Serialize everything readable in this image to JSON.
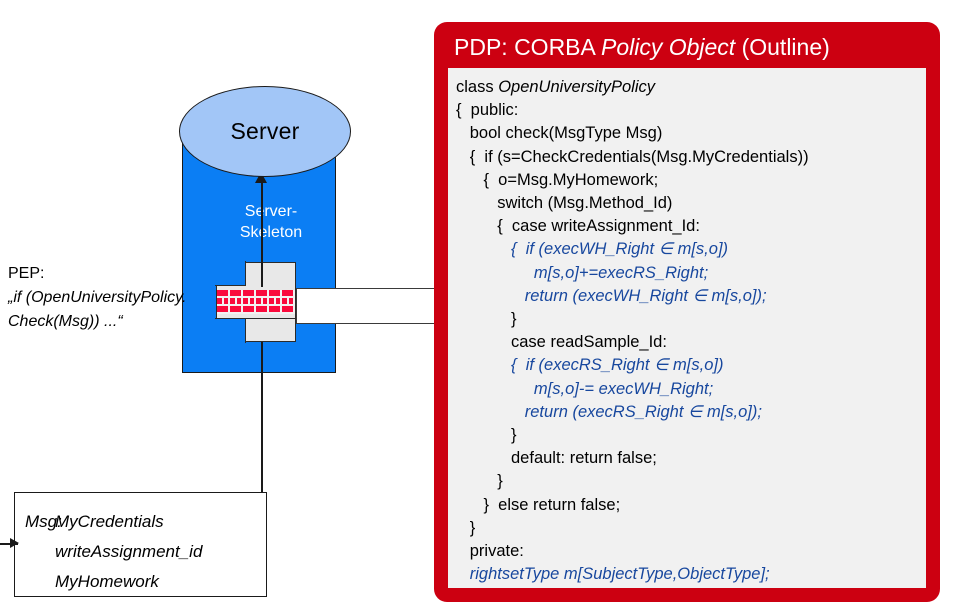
{
  "diagram": {
    "title": "PDP: CORBA Policy Object (Outline)",
    "colors": {
      "pdp_red": "#CC0011",
      "server_blue": "#0B7EF4",
      "ellipse_blue": "#A2C6F7",
      "code_bg": "#F1F1F1",
      "code_blue": "#17479E",
      "brick_red": "#FA0A3C"
    }
  },
  "server": {
    "ellipse_label": "Server",
    "skeleton_label": "Server-\nSkeleton"
  },
  "pep": {
    "heading": "PEP:",
    "line1": "„if (OpenUniversityPolicy.",
    "line2": "Check(Msg)) ...“"
  },
  "message_box": {
    "key": "Msg:",
    "fields": [
      "MyCredentials",
      "writeAssignment_id",
      "MyHomework"
    ]
  },
  "pdp": {
    "title_prefix": "PDP: CORBA ",
    "title_italic": "Policy Object",
    "title_suffix": " (Outline)",
    "code": [
      {
        "text": "class ",
        "italic_part": "OpenUniversityPolicy",
        "style": "black-mixed"
      },
      {
        "text": "{  public:",
        "style": "black"
      },
      {
        "text": "   bool check(MsgType Msg)",
        "style": "black"
      },
      {
        "text": "   {  if (s=CheckCredentials(Msg.MyCredentials))",
        "style": "black"
      },
      {
        "text": "      {  o=Msg.MyHomework;",
        "style": "black"
      },
      {
        "text": "         switch (Msg.Method_Id)",
        "style": "black"
      },
      {
        "text": "         {  case writeAssignment_Id:",
        "style": "black"
      },
      {
        "text": "            {  if (execWH_Right ∈ m[s,o])",
        "style": "blue"
      },
      {
        "text": "                 m[s,o]+=execRS_Right;",
        "style": "blue"
      },
      {
        "text": "               return (execWH_Right ∈ m[s,o]);",
        "style": "blue"
      },
      {
        "text": "            }",
        "style": "black"
      },
      {
        "text": "            case readSample_Id:",
        "style": "black"
      },
      {
        "text": "            {  if (execRS_Right ∈ m[s,o])",
        "style": "blue"
      },
      {
        "text": "                 m[s,o]-= execWH_Right;",
        "style": "blue"
      },
      {
        "text": "               return (execRS_Right ∈ m[s,o]);",
        "style": "blue"
      },
      {
        "text": "            }",
        "style": "black"
      },
      {
        "text": "            default: return false;",
        "style": "black"
      },
      {
        "text": "         }",
        "style": "black"
      },
      {
        "text": "      }  else return false;",
        "style": "black"
      },
      {
        "text": "   }",
        "style": "black"
      },
      {
        "text": "   private:",
        "style": "black"
      },
      {
        "text": "   rightsetType m[SubjectType,ObjectType];",
        "style": "blue"
      },
      {
        "text": "}",
        "style": "black"
      }
    ]
  },
  "icons": {
    "firewall": "brick-firewall-icon",
    "arrow_up": "arrow-up-icon",
    "arrow_in": "arrow-right-icon"
  }
}
